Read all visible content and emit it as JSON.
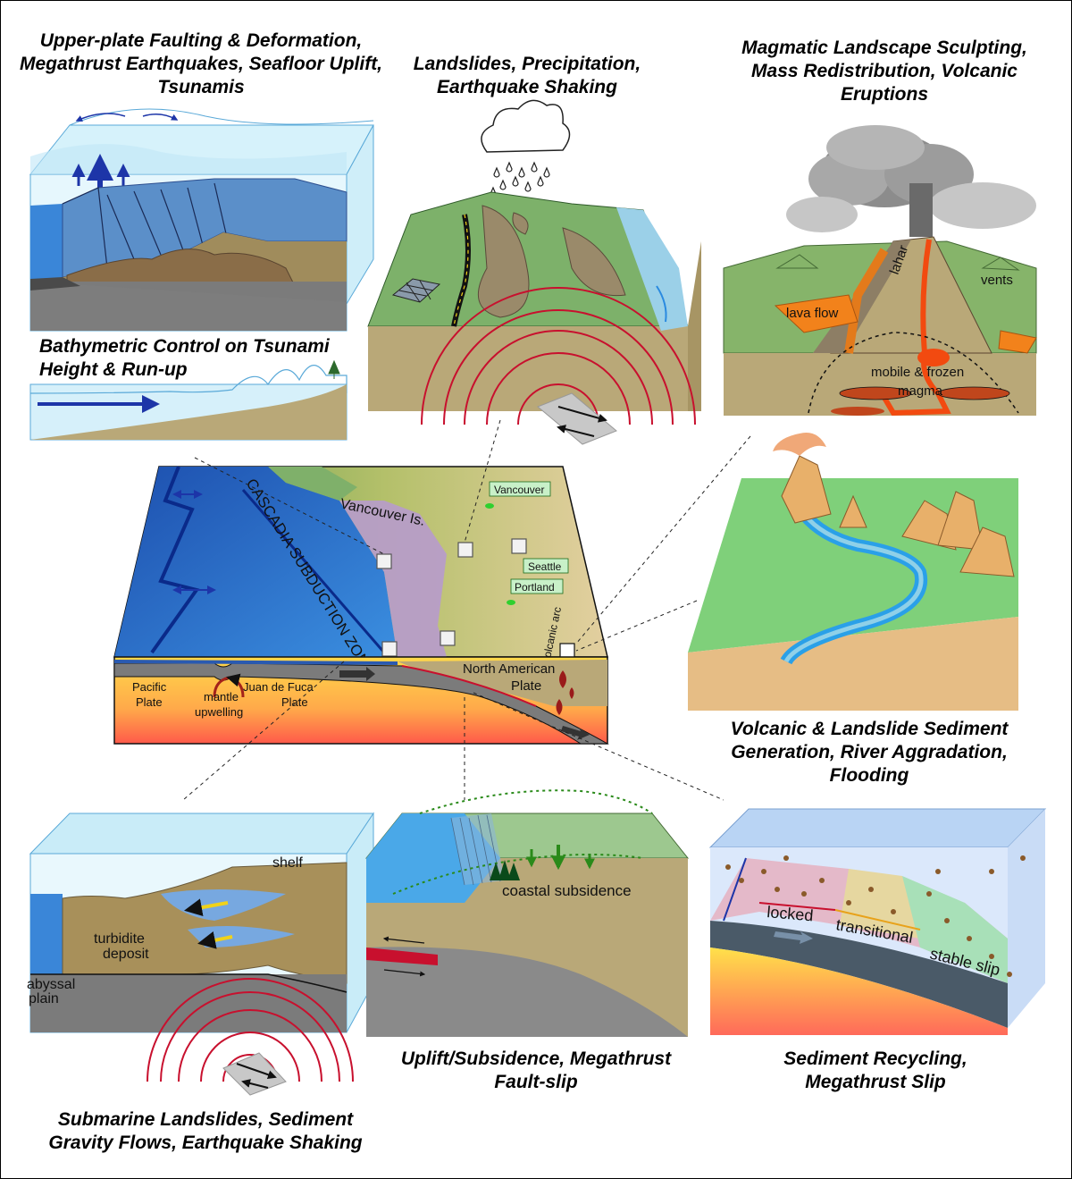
{
  "captions": {
    "top_left": "Upper-plate Faulting & Deformation, Megathrust Earthquakes, Seafloor Uplift, Tsunamis",
    "top_mid": "Landslides, Precipitation, Earthquake Shaking",
    "top_right": "Magmatic Landscape Sculpting, Mass Redistribution, Volcanic Eruptions",
    "bathymetric": "Bathymetric Control on Tsunami Height & Run-up",
    "mid_right": "Volcanic & Landslide Sediment Generation, River Aggradation, Flooding",
    "bottom_left": "Submarine Landslides, Sediment Gravity Flows, Earthquake Shaking",
    "bottom_mid": "Uplift/Subsidence, Megathrust Fault-slip",
    "bottom_right": "Sediment Recycling, Megathrust Slip"
  },
  "volcano_labels": {
    "lahar": "lahar",
    "vents": "vents",
    "lava_flow": "lava flow",
    "magma_line1": "mobile & frozen",
    "magma_line2": "magma"
  },
  "map_labels": {
    "zone": "CASCADIA SUBDUCTION ZONE",
    "island": "Vancouver Is.",
    "city_vancouver": "Vancouver",
    "city_seattle": "Seattle",
    "city_portland": "Portland",
    "volcanic_arc": "volcanic arc",
    "north_american_line1": "North American",
    "north_american_line2": "Plate",
    "pacific_line1": "Pacific",
    "pacific_line2": "Plate",
    "mantle_line1": "mantle",
    "mantle_line2": "upwelling",
    "jdf_line1": "Juan de Fuca",
    "jdf_line2": "Plate"
  },
  "submarine_labels": {
    "shelf": "shelf",
    "turbidite_line1": "turbidite",
    "turbidite_line2": "deposit",
    "abyssal_line1": "abyssal",
    "abyssal_line2": "plain"
  },
  "subsidence_labels": {
    "coastal": "coastal subsidence"
  },
  "slip_labels": {
    "locked": "locked",
    "transitional": "transitional",
    "stable": "stable slip"
  },
  "colors": {
    "caption_text": "#000000",
    "ocean": "#3a7fd5",
    "land": "#b9a878",
    "quake_rings": "#c8102e",
    "lava": "#f26a1b"
  }
}
